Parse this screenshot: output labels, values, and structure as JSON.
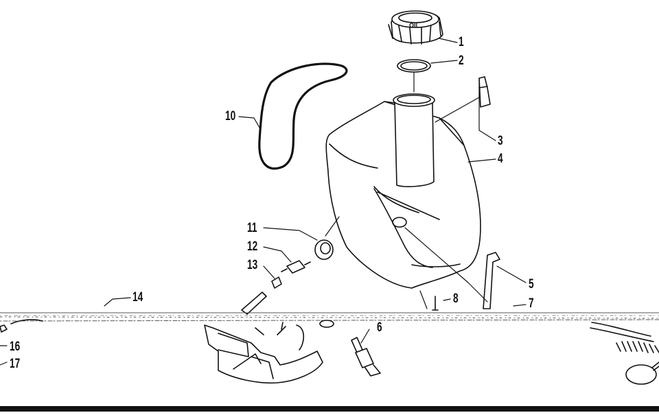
{
  "callouts": [
    {
      "id": "callout-1",
      "text": "1"
    },
    {
      "id": "callout-2",
      "text": "2"
    },
    {
      "id": "callout-3",
      "text": "3"
    },
    {
      "id": "callout-4",
      "text": "4"
    },
    {
      "id": "callout-5",
      "text": "5"
    },
    {
      "id": "callout-6",
      "text": "6"
    },
    {
      "id": "callout-7",
      "text": "7"
    },
    {
      "id": "callout-8",
      "text": "8"
    },
    {
      "id": "callout-10",
      "text": "10"
    },
    {
      "id": "callout-11",
      "text": "11"
    },
    {
      "id": "callout-12",
      "text": "12"
    },
    {
      "id": "callout-13",
      "text": "13"
    },
    {
      "id": "callout-14",
      "text": "14"
    },
    {
      "id": "callout-16",
      "text": "16"
    },
    {
      "id": "callout-17",
      "text": "17"
    }
  ],
  "cap_marking": "OIL",
  "colors": {
    "line": "#111111",
    "background": "#ffffff",
    "noise": "#555555"
  }
}
